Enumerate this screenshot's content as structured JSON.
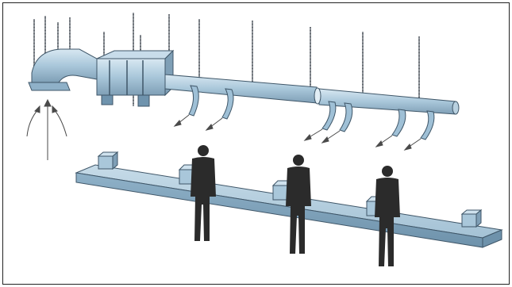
{
  "figure": {
    "description_free": true,
    "colors": {
      "duct_light": "#c7dce9",
      "duct_mid": "#9fc0d6",
      "duct_dark": "#6f93ad",
      "outline": "#3f5668",
      "hanger": "#7a7f86",
      "person": "#2b2b2b",
      "arrow": "#4a4a4a"
    },
    "icons": [
      "person-silhouette",
      "supply-diffuser",
      "airflow-arrow",
      "hanger-rod"
    ]
  }
}
